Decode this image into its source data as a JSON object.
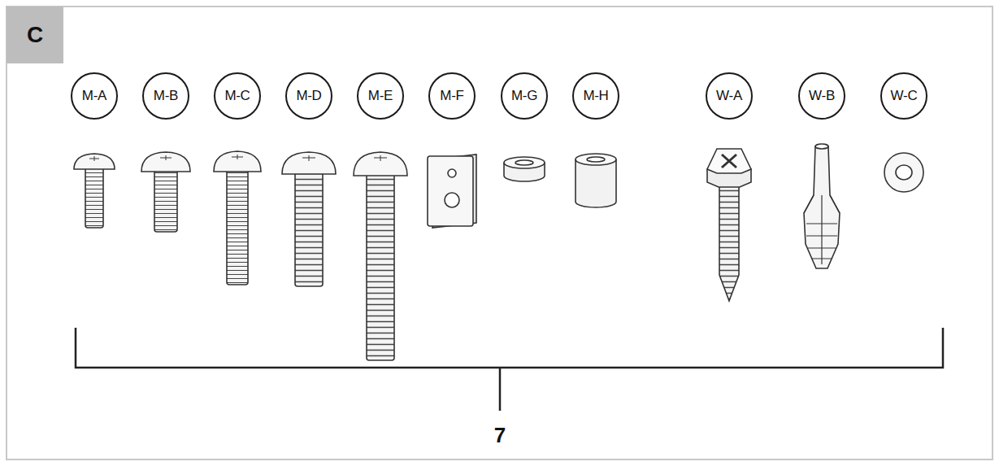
{
  "diagram": {
    "nodes": [
      {
        "text": [
          "C"
        ]
      },
      {
        "text": [
          "M-A"
        ]
      },
      {
        "text": [
          "M-B"
        ]
      },
      {
        "text": [
          "M-C"
        ]
      },
      {
        "text": [
          "M-D"
        ]
      },
      {
        "text": [
          "M-E"
        ]
      },
      {
        "text": [
          "M-F"
        ]
      },
      {
        "text": [
          "M-G"
        ]
      },
      {
        "text": [
          "M-H"
        ]
      },
      {
        "text": [
          "W-A"
        ]
      },
      {
        "text": [
          "W-B"
        ]
      },
      {
        "text": [
          "W-C"
        ]
      }
    ],
    "labels": [
      "7"
    ]
  }
}
